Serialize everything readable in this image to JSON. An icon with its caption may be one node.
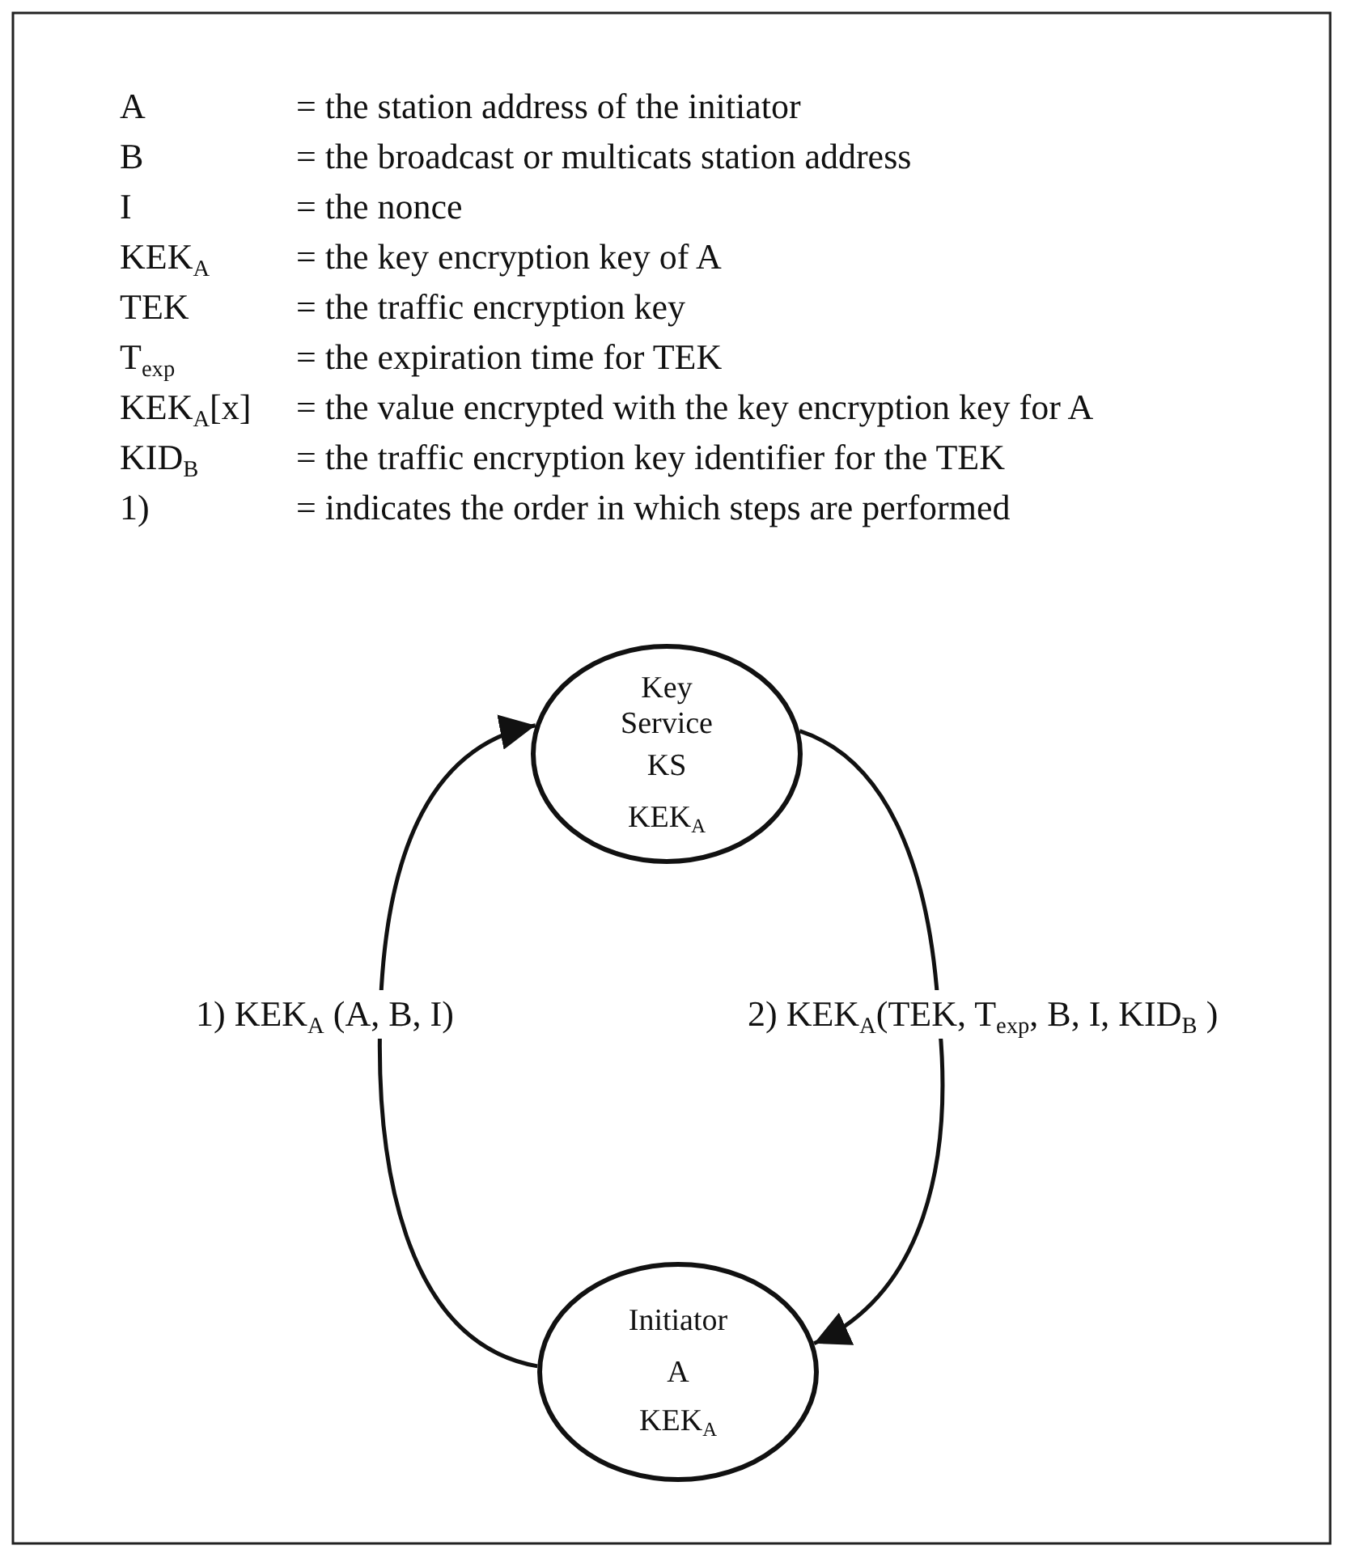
{
  "diagram": {
    "nodes": [
      {
        "text": [
          "Key Service",
          "KS",
          "KEK$_{A}$"
        ]
      },
      {
        "text": [
          "Initiator",
          "A",
          "KEK$_{A}$"
        ]
      }
    ],
    "edges": [
      {
        "from": 1,
        "to": 0,
        "arrow": "to",
        "label": "1) KEK$_{A}$ (A, B, I)"
      },
      {
        "from": 0,
        "to": 1,
        "arrow": "to",
        "label": "2) KEK$_{A}$(TEK, T$_{exp}$, B, I, KID$_{B}$ )"
      }
    ],
    "labels": [
      "A",
      "= the station address of the initiator",
      "B",
      "= the broadcast or multicats station address",
      "I",
      "= the nonce",
      "KEK$_{A}$",
      "= the key encryption key of A",
      "TEK",
      "= the traffic encryption key",
      "T$_{exp}$",
      "= the expiration time for TEK",
      "KEK$_{A}$[x]",
      "= the value encrypted with the key encryption key for A",
      "KID$_{B}$",
      "= the traffic encryption key identifier for the TEK",
      "1)",
      "= indicates the order in which steps are performed"
    ]
  }
}
